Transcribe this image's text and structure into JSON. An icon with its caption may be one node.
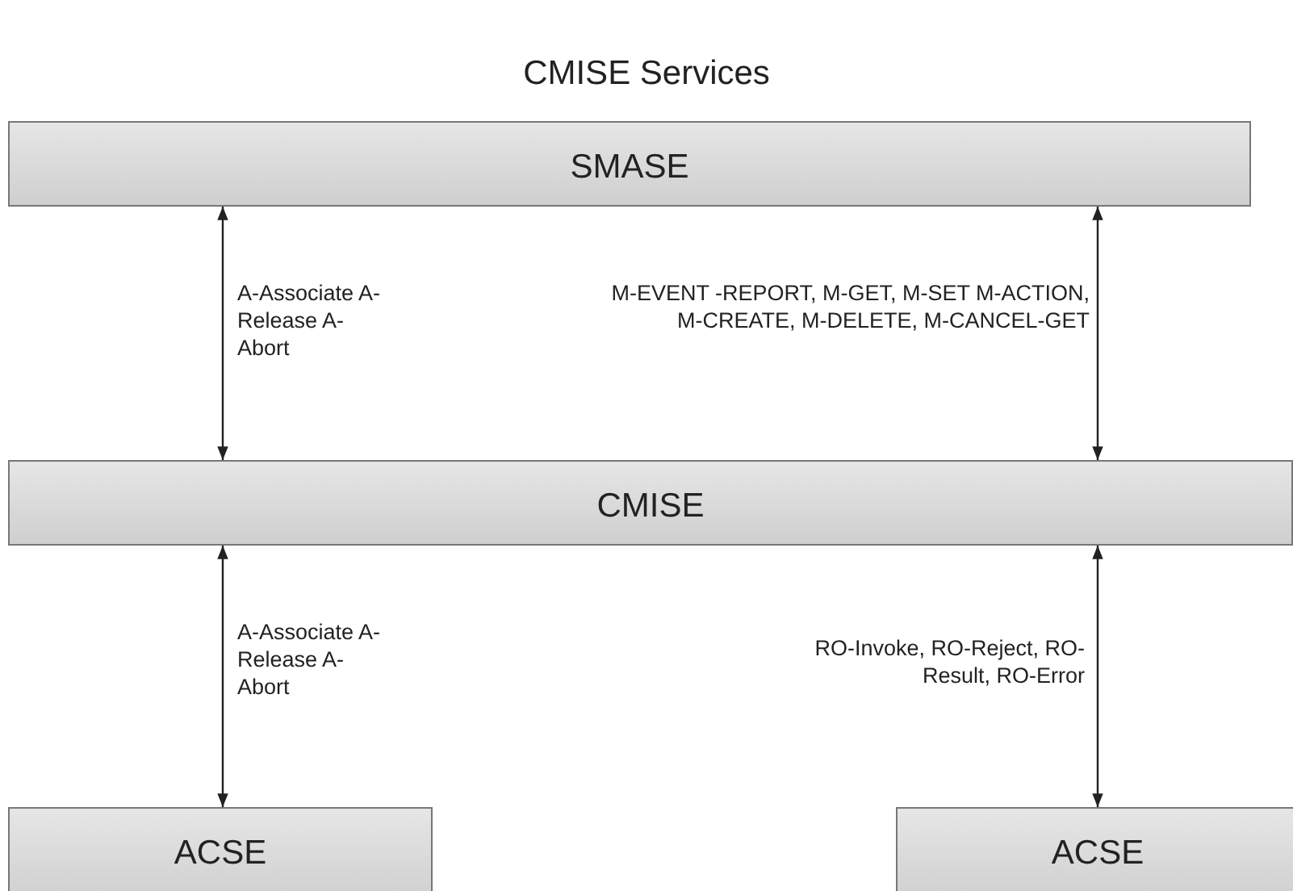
{
  "diagram": {
    "title": "CMISE Services",
    "nodes": [
      {
        "text": [
          "SMASE"
        ]
      },
      {
        "text": [
          "CMISE"
        ]
      },
      {
        "text": [
          "ACSE"
        ]
      },
      {
        "text": [
          "ACSE"
        ]
      }
    ],
    "edges": [
      {
        "from": 0,
        "to": 1,
        "arrow": "both",
        "label": "A-Associate A-Release A-Abort"
      },
      {
        "from": 0,
        "to": 1,
        "arrow": "both",
        "label": "M-EVENT -REPORT, M-GET, M-SET M-ACTION, M-CREATE, M-DELETE, M-CANCEL-GET"
      },
      {
        "from": 1,
        "to": 2,
        "arrow": "both",
        "label": "A-Associate A-Release A-Abort"
      },
      {
        "from": 1,
        "to": 3,
        "arrow": "both",
        "label": "RO-Invoke, RO-Reject, RO-Result, RO-Error"
      }
    ]
  }
}
